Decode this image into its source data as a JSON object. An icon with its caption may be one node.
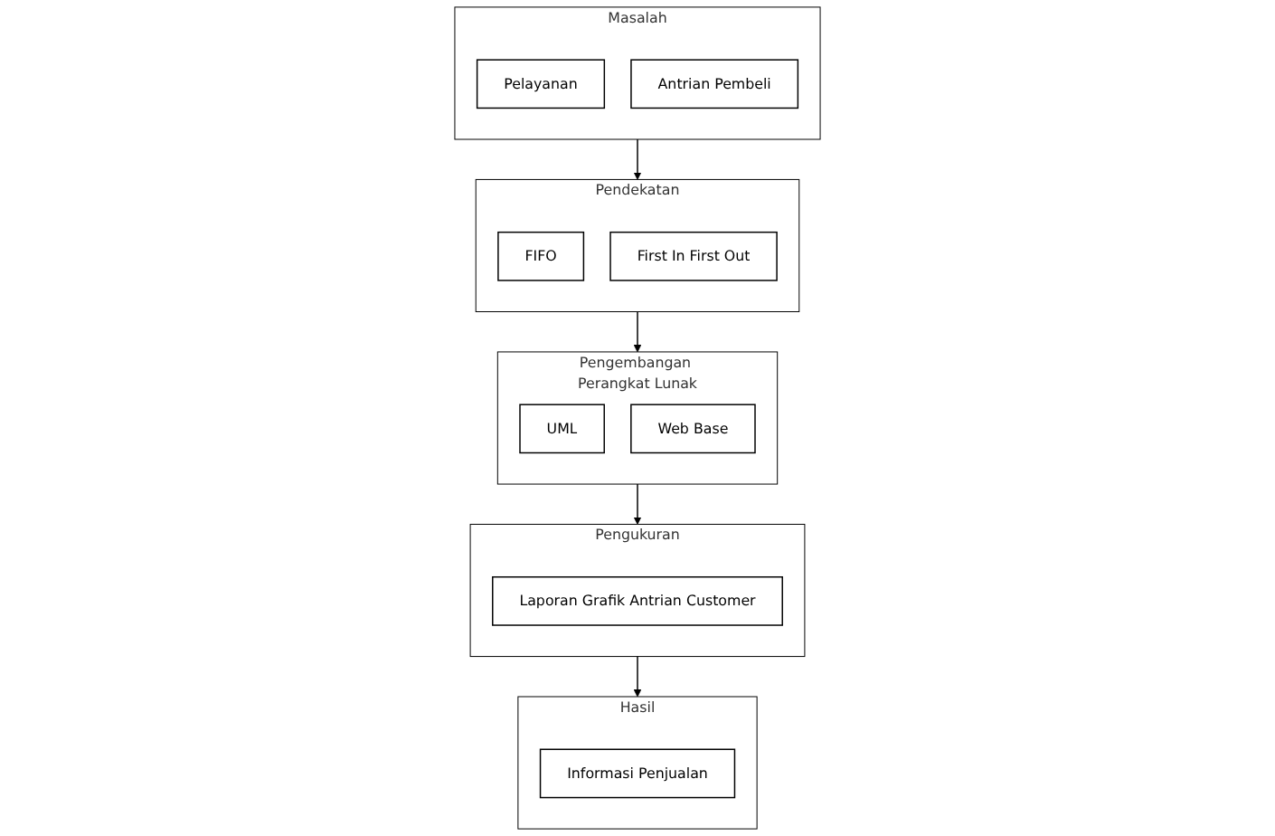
{
  "diagram": {
    "nodes": [
      {
        "text": [
          "Masalah"
        ]
      },
      {
        "text": [
          "Pelayanan"
        ],
        "in": 0
      },
      {
        "text": [
          "Antrian Pembeli"
        ],
        "in": 0
      },
      {
        "text": [
          "Pendekatan"
        ]
      },
      {
        "text": [
          "FIFO"
        ],
        "in": 3
      },
      {
        "text": [
          "First In First Out"
        ],
        "in": 3
      },
      {
        "text": [
          "Pengembangan Perangkat Lunak"
        ]
      },
      {
        "text": [
          "UML"
        ],
        "in": 6
      },
      {
        "text": [
          "Web Base"
        ],
        "in": 6
      },
      {
        "text": [
          "Pengukuran"
        ]
      },
      {
        "text": [
          "Laporan Grafik Antrian Customer"
        ],
        "in": 9
      },
      {
        "text": [
          "Hasil"
        ]
      },
      {
        "text": [
          "Informasi Penjualan"
        ],
        "in": 11
      }
    ],
    "edges": [
      {
        "from": 0,
        "to": 3,
        "arrow": "to"
      },
      {
        "from": 3,
        "to": 6,
        "arrow": "to"
      },
      {
        "from": 6,
        "to": 9,
        "arrow": "to"
      },
      {
        "from": 9,
        "to": 11,
        "arrow": "to"
      }
    ]
  }
}
